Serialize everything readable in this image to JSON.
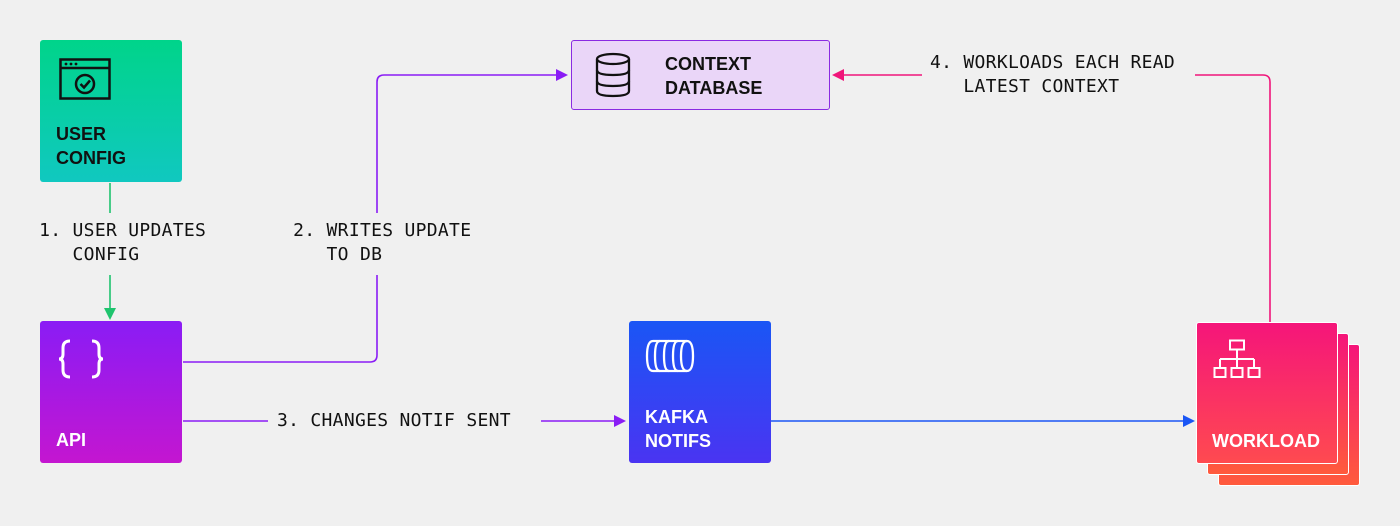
{
  "nodes": {
    "user_config": {
      "label": "USER\nCONFIG",
      "icon": "browser-check-icon"
    },
    "api": {
      "label": "API",
      "icon": "curly-braces-icon"
    },
    "context_db": {
      "label": "CONTEXT\nDATABASE",
      "icon": "database-icon"
    },
    "kafka": {
      "label": "KAFKA\nNOTIFS",
      "icon": "queue-cylinder-icon"
    },
    "workload": {
      "label": "WORKLOAD",
      "icon": "hierarchy-icon"
    }
  },
  "steps": {
    "step1": " 1. USER UPDATES\n    CONFIG",
    "step2": " 2. WRITES UPDATE\n    TO DB",
    "step3": "3. CHANGES NOTIF SENT",
    "step4": "4. WORKLOADS EACH READ\n   LATEST CONTEXT"
  },
  "colors": {
    "background": "#f0f0f0",
    "user_config": [
      "#00d48a",
      "#10c8c0"
    ],
    "api": [
      "#8a1cf5",
      "#d412c8"
    ],
    "context_db_fill": "#ead6f8",
    "context_db_border": "#8a2be2",
    "kafka": [
      "#1a56f5",
      "#5a2cf0"
    ],
    "workload": [
      "#f5157a",
      "#ff5a3c"
    ],
    "arrow_green": "#1fc46e",
    "arrow_purple": "#8a1cf5",
    "arrow_blue": "#1a56f5",
    "arrow_pink": "#f0157a"
  }
}
